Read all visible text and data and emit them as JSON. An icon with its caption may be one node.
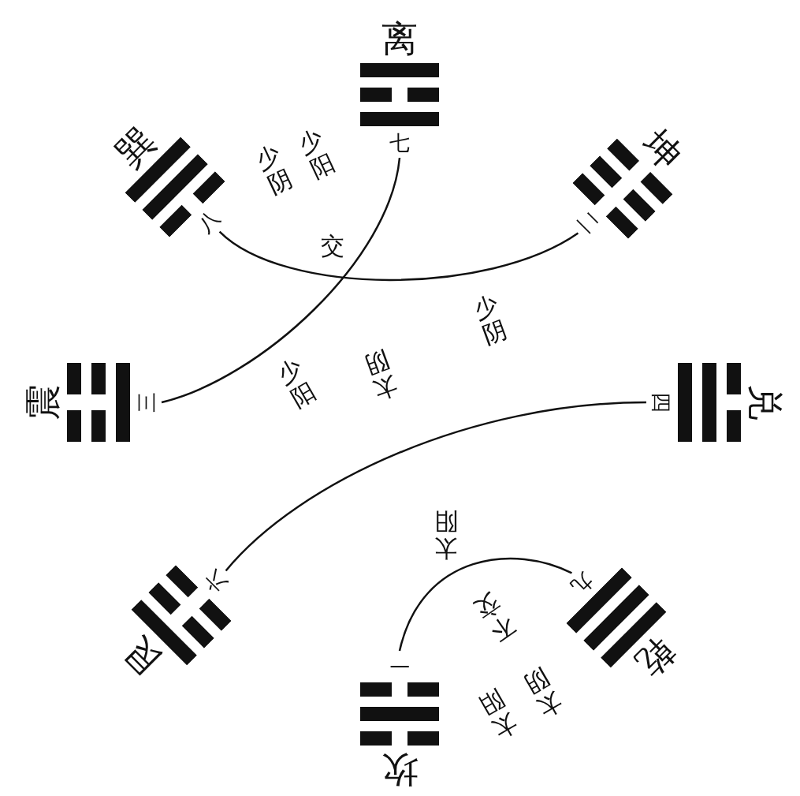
{
  "diagram": {
    "nodes": [
      {
        "text": [
          "离",
          "七"
        ]
      },
      {
        "text": [
          "巽",
          "八"
        ]
      },
      {
        "text": [
          "坤",
          "二"
        ]
      },
      {
        "text": [
          "震",
          "三"
        ]
      },
      {
        "text": [
          "兑",
          "四"
        ]
      },
      {
        "text": [
          "艮",
          "六"
        ]
      },
      {
        "text": [
          "乾",
          "九"
        ]
      },
      {
        "text": [
          "坎",
          "一"
        ]
      }
    ],
    "edges": [
      {
        "from": 0,
        "to": 3,
        "arrow": "none"
      },
      {
        "from": 1,
        "to": 2,
        "arrow": "none"
      },
      {
        "from": 4,
        "to": 5,
        "arrow": "none"
      },
      {
        "from": 7,
        "to": 6,
        "arrow": "none"
      }
    ],
    "labels": [
      "少阳",
      "少阴",
      "交",
      "少阴",
      "太阴",
      "少阳",
      "太阳",
      "不交",
      "太阳",
      "太阴"
    ]
  }
}
